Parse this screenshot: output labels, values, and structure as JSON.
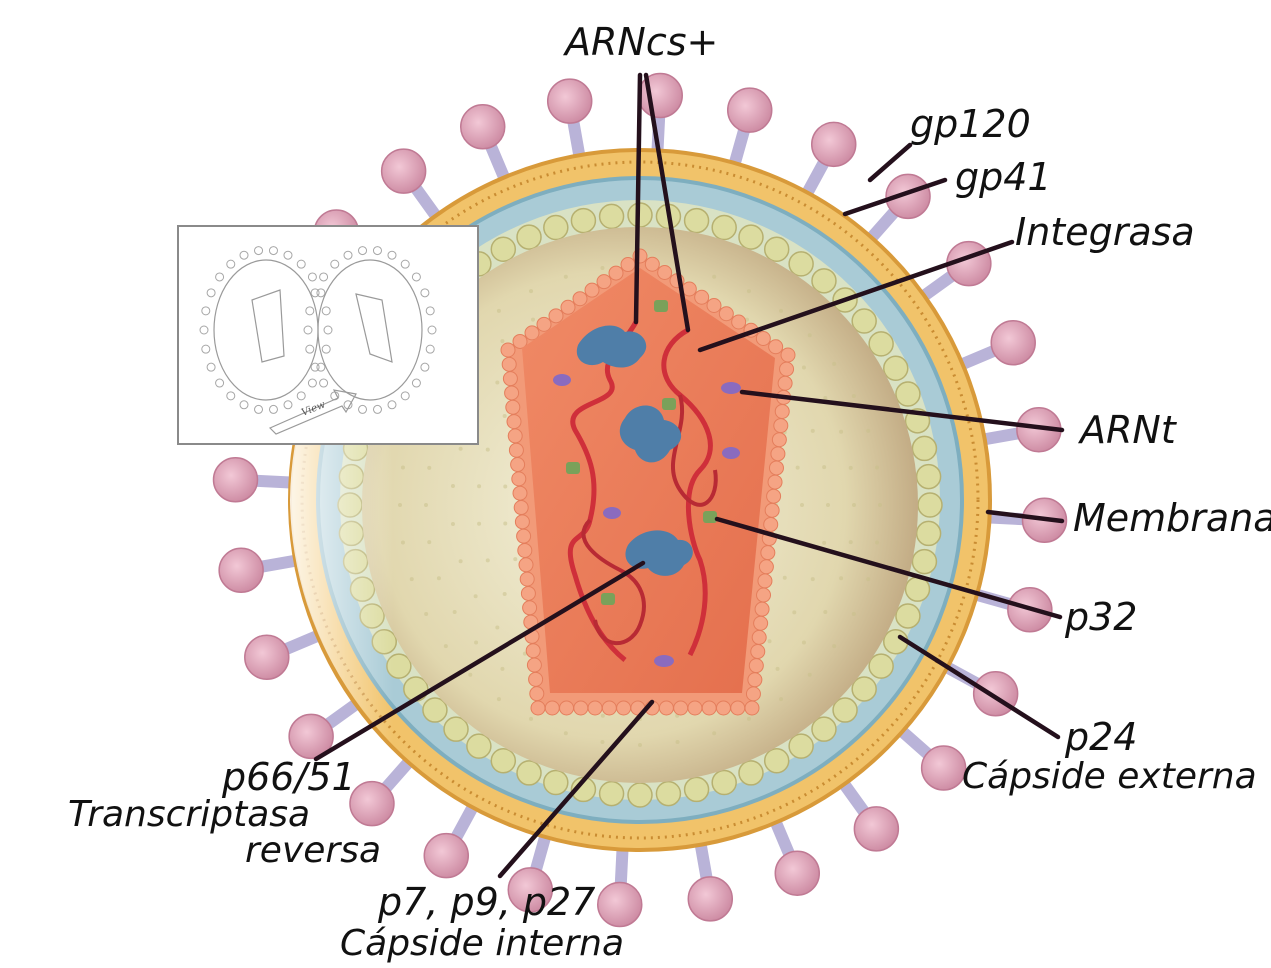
{
  "labels": {
    "arn_cs": "ARNcs+",
    "gp120": "gp120",
    "gp41": "gp41",
    "integrasa": "Integrasa",
    "arnt": "ARNt",
    "membrana": "Membrana",
    "p32": "p32",
    "p24": "p24",
    "capside_externa": "Cápside externa",
    "p66_51": "p66/51",
    "transcriptasa": "Transcriptasa",
    "reversa": "reversa",
    "p7_p9_p27": "p7, p9, p27",
    "capside_interna": "Cápside interna"
  },
  "inset": {
    "view_label": "View"
  },
  "colors": {
    "label_text": "#111111",
    "leader_line": "#24101c",
    "spike_head": "#d89ab0",
    "spike_stem": "#b9b3d8",
    "membrane_outer": "#e6b552",
    "membrane_inner": "#8fb9c9",
    "capsid_outer_dots": "#d9d79b",
    "core": "#ee7d5a",
    "rna": "#cf2f3a",
    "enzyme": "#4f7ea8",
    "p32": "#7aa15a",
    "trna": "#8a6bbf"
  }
}
